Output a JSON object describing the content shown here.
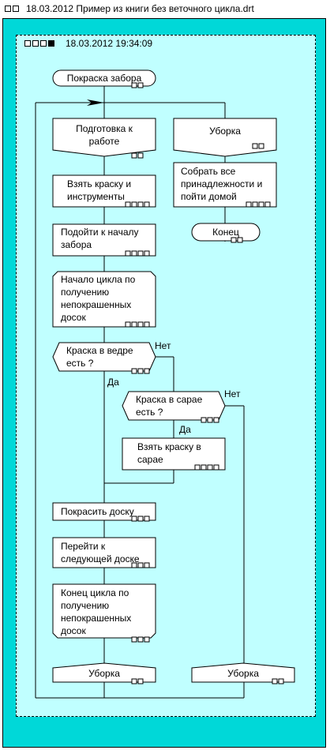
{
  "window": {
    "title": "18.03.2012  Пример из книги без веточного цикла.drt",
    "inner_timestamp": "18.03.2012 19:34:09"
  },
  "colors": {
    "frame": "#00d8d8",
    "canvas": "#c0ffff",
    "node_fill": "#ffffff",
    "line": "#000000"
  },
  "diagram": {
    "start": [
      "Покраска забора"
    ],
    "branch_left_head": [
      "Подготовка к",
      "работе"
    ],
    "take_paint": [
      "Взять краску и",
      "инструменты"
    ],
    "go_start": [
      "Подойти к началу",
      "забора"
    ],
    "loop_begin": [
      "Начало цикла по",
      "получению",
      "непокрашенных",
      "досок"
    ],
    "cond_bucket": [
      "Краска в ведре",
      "есть ?"
    ],
    "cond_bucket_no": "Нет",
    "cond_bucket_yes": "Да",
    "cond_barn": [
      "Краска в сарае",
      "есть ?"
    ],
    "cond_barn_no": "Нет",
    "cond_barn_yes": "Да",
    "take_barn": [
      "Взять краску в",
      "сарае"
    ],
    "paint_board": [
      "Покрасить доску"
    ],
    "next_board": [
      "Перейти к",
      "следующей доске"
    ],
    "loop_end": [
      "Конец цикла по",
      "получению",
      "непокрашенных",
      "досок"
    ],
    "addr_cleanup_left": [
      "Уборка"
    ],
    "addr_cleanup_right": [
      "Уборка"
    ],
    "branch_right_head": [
      "Уборка"
    ],
    "collect": [
      "Собрать все",
      "принадлежности и",
      "пойти домой"
    ],
    "end": [
      "Конец"
    ]
  }
}
